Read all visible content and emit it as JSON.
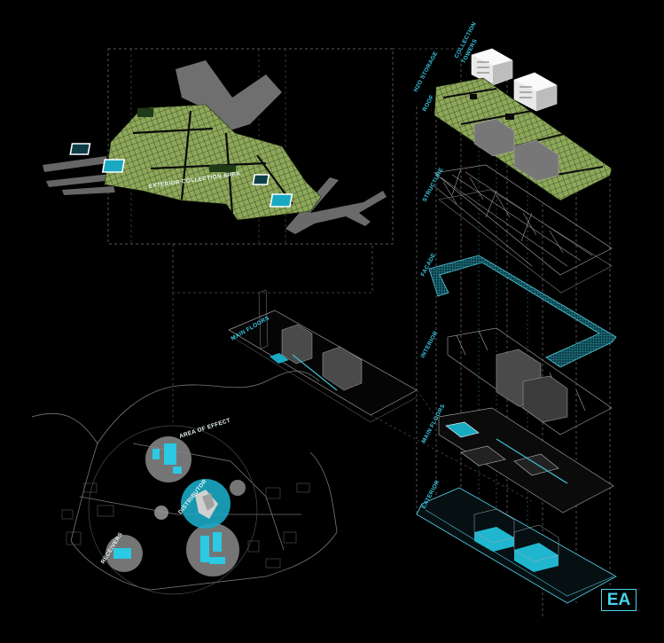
{
  "labels": {
    "exterior_collection_area": "EXTERIOR COLLECTION AREA",
    "h2o_storage": "H2O STORAGE",
    "collection_towers_1": "COLLECTION",
    "collection_towers_2": "TOWERS",
    "roof": "ROOF",
    "structure": "STRUCTURE",
    "facade": "FACADE",
    "interior": "INTERIOR",
    "main_floors_top": "MAIN FLOORS",
    "main_floors_left": "MAIN FLOORS",
    "exterior": "EXTERIOR",
    "area_of_effect": "AREA OF EFFECT",
    "distributor": "DISTRIBUTOR",
    "receivers": "RECEIVERS"
  },
  "logo": {
    "text": "EA"
  },
  "colors": {
    "background": "#000000",
    "accent_cyan": "#38c6e0",
    "roof_green": "#9fb865",
    "gray_block": "#6f6f6f",
    "line_gray": "#9a9a9a"
  }
}
